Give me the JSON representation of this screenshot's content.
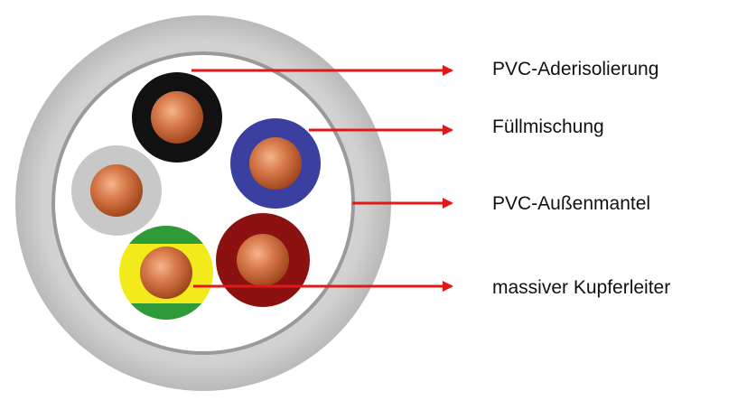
{
  "labels": {
    "insulation": "PVC-Aderisolierung",
    "filler": "Füllmischung",
    "sheath": "PVC-Außenmantel",
    "conductor": "massiver Kupferleiter"
  },
  "colors": {
    "outer_sheath": "#c9c9c9",
    "filler": "#ffffff",
    "core_black": "#111111",
    "core_blue": "#3a3fa0",
    "core_grey": "#c8c8c8",
    "core_green_yellow_green": "#2f9a3a",
    "core_green_yellow_yellow": "#f3ea1c",
    "core_brown": "#8c1212",
    "copper": "#c8632f",
    "arrow": "#e01818"
  },
  "cores": [
    {
      "name": "core-black",
      "insulation_color": "black"
    },
    {
      "name": "core-blue",
      "insulation_color": "blue"
    },
    {
      "name": "core-grey",
      "insulation_color": "grey"
    },
    {
      "name": "core-green-yellow",
      "insulation_color": "green-yellow"
    },
    {
      "name": "core-brown",
      "insulation_color": "brown"
    }
  ]
}
